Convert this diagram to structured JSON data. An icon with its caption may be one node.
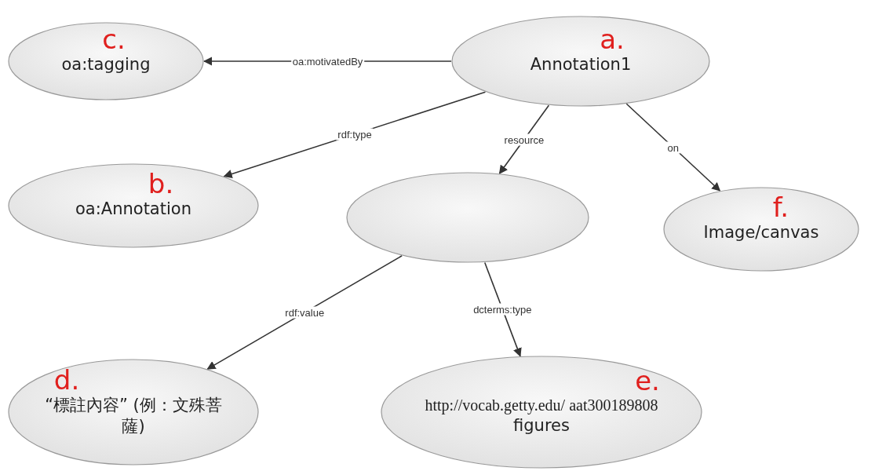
{
  "diagram": {
    "nodes": [
      {
        "text": [
          "c.",
          "oa:tagging"
        ]
      },
      {
        "text": [
          "a.",
          "Annotation1"
        ]
      },
      {
        "text": [
          "b.",
          "oa:Annotation"
        ]
      },
      {
        "text": [],
        "shape": "ellipse"
      },
      {
        "text": [
          "f.",
          "Image/canvas"
        ]
      },
      {
        "text": [
          "d.",
          "“標註內容” (例：文殊菩薩)"
        ]
      },
      {
        "text": [
          "e.",
          "http://vocab.getty.edu/ aat300189808",
          "figures"
        ]
      }
    ],
    "edges": [
      {
        "from": 1,
        "to": 0,
        "arrow": "to",
        "label": "oa:motivatedBy"
      },
      {
        "from": 1,
        "to": 2,
        "arrow": "to",
        "label": "rdf:type"
      },
      {
        "from": 1,
        "to": 3,
        "arrow": "to",
        "label": "resource"
      },
      {
        "from": 1,
        "to": 4,
        "arrow": "to",
        "label": "on"
      },
      {
        "from": 3,
        "to": 5,
        "arrow": "to",
        "label": "rdf:value"
      },
      {
        "from": 3,
        "to": 6,
        "arrow": "to",
        "label": "dcterms:type"
      }
    ]
  }
}
